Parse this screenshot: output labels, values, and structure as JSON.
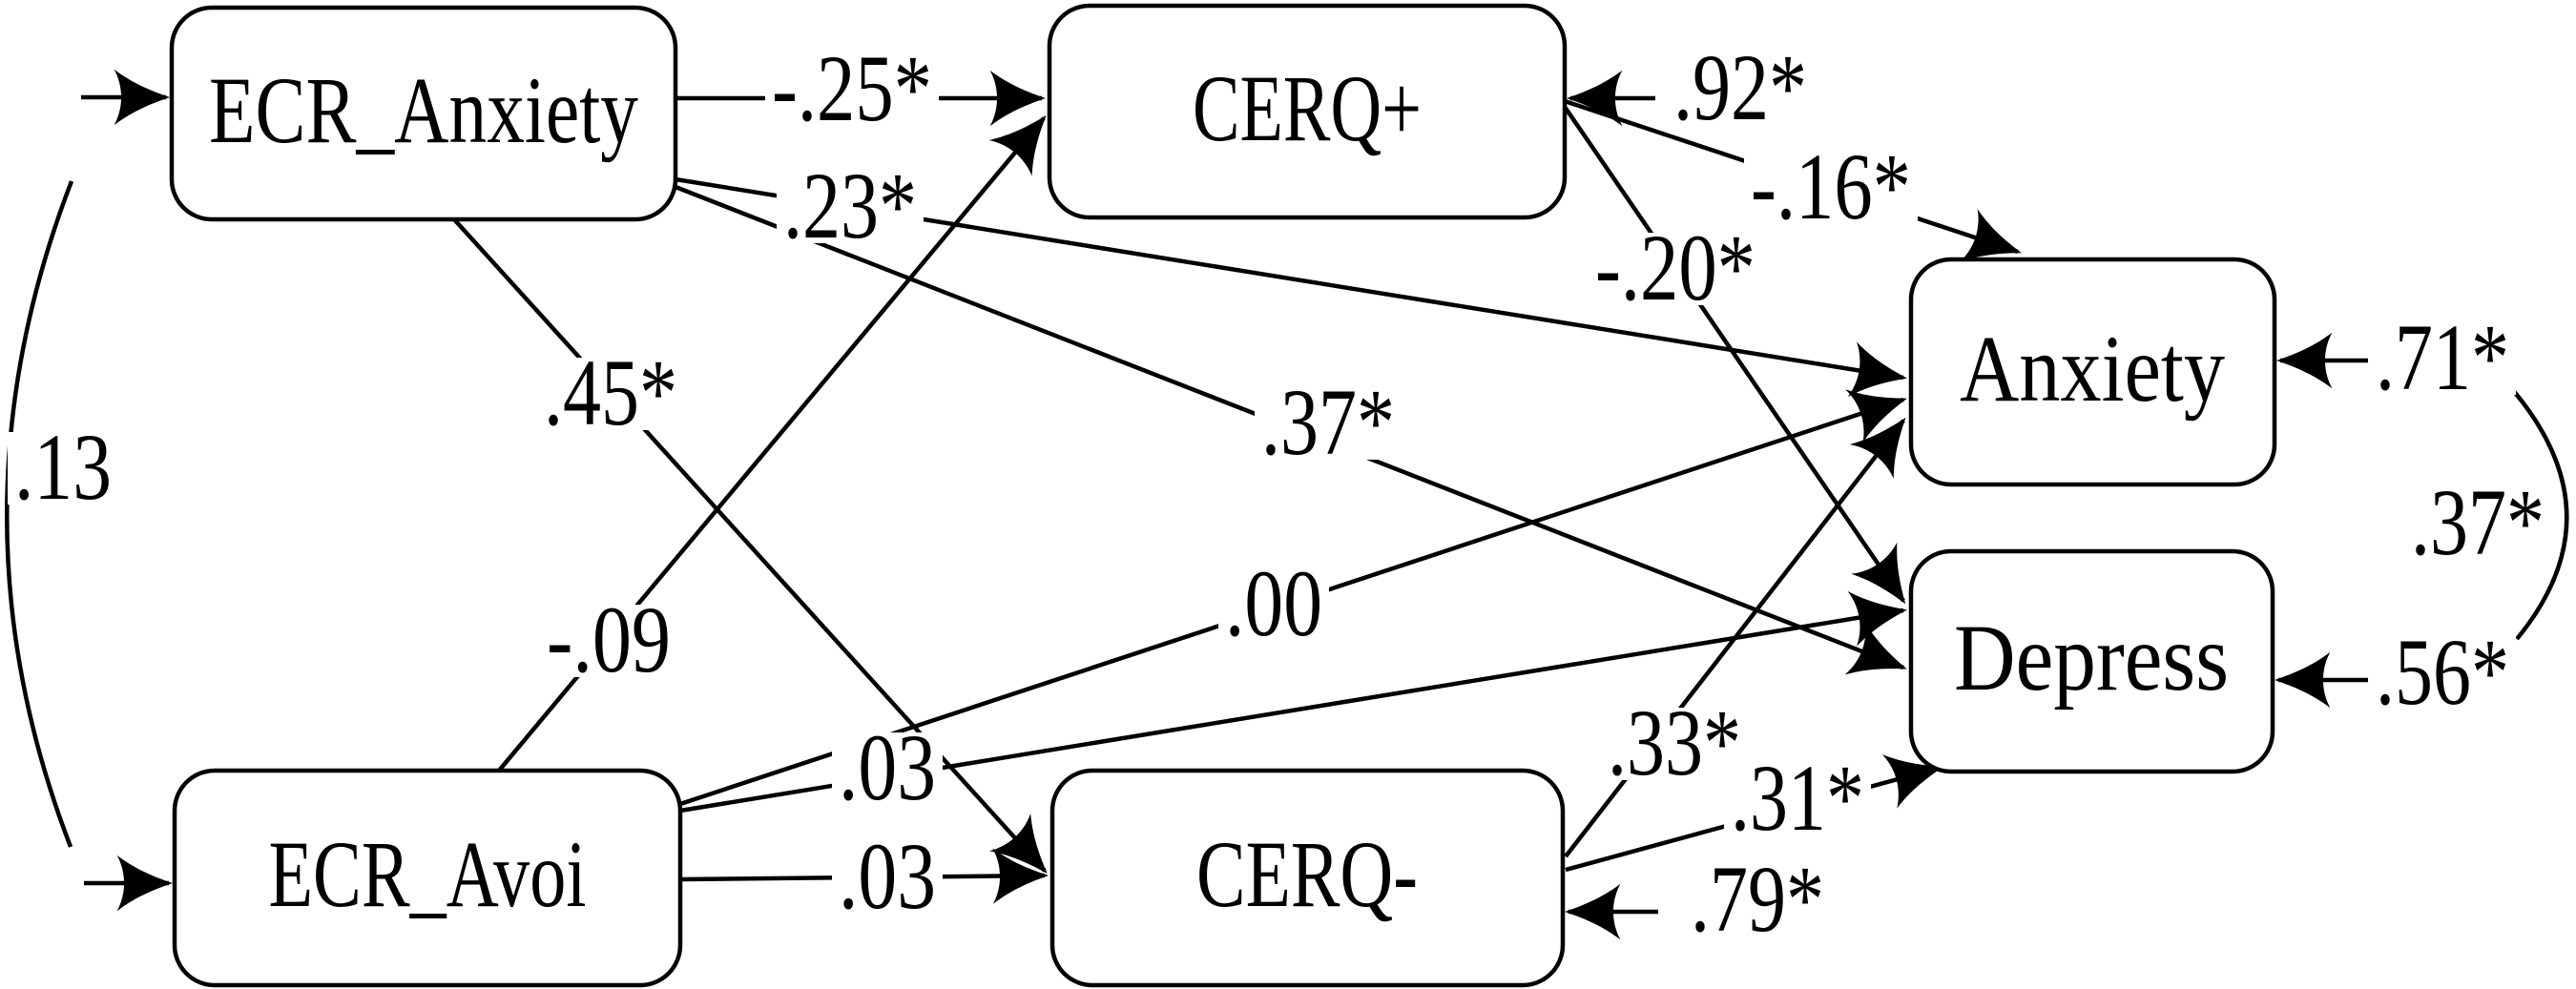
{
  "diagram": {
    "kind": "structural-equation-model-path-diagram",
    "colors": {
      "line": "#000000",
      "background": "#ffffff",
      "box_fill": "#ffffff"
    },
    "nodes": {
      "ecr_anxiety": {
        "label": "ECR_Anxiety"
      },
      "ecr_avoi": {
        "label": "ECR_Avoi"
      },
      "cerq_plus": {
        "label": "CERQ+"
      },
      "cerq_minus": {
        "label": "CERQ-"
      },
      "anxiety": {
        "label": "Anxiety"
      },
      "depress": {
        "label": "Depress"
      }
    },
    "paths": {
      "ecr_anxiety_to_cerq_plus": {
        "from": "ECR_Anxiety",
        "to": "CERQ+",
        "coefficient": "-.25*"
      },
      "ecr_anxiety_to_cerq_minus": {
        "from": "ECR_Anxiety",
        "to": "CERQ-",
        "coefficient": ".45*"
      },
      "ecr_anxiety_to_anxiety": {
        "from": "ECR_Anxiety",
        "to": "Anxiety",
        "coefficient": ".23*"
      },
      "ecr_anxiety_to_depress": {
        "from": "ECR_Anxiety",
        "to": "Depress",
        "coefficient": ".37*"
      },
      "ecr_avoi_to_cerq_plus": {
        "from": "ECR_Avoi",
        "to": "CERQ+",
        "coefficient": "-.09"
      },
      "ecr_avoi_to_cerq_minus": {
        "from": "ECR_Avoi",
        "to": "CERQ-",
        "coefficient": ".03"
      },
      "ecr_avoi_to_anxiety": {
        "from": "ECR_Avoi",
        "to": "Anxiety",
        "coefficient": ".00"
      },
      "ecr_avoi_to_depress": {
        "from": "ECR_Avoi",
        "to": "Depress",
        "coefficient": ".03"
      },
      "cerq_plus_to_anxiety": {
        "from": "CERQ+",
        "to": "Anxiety",
        "coefficient": "-.16*"
      },
      "cerq_plus_to_depress": {
        "from": "CERQ+",
        "to": "Depress",
        "coefficient": "-.20*"
      },
      "cerq_minus_to_anxiety": {
        "from": "CERQ-",
        "to": "Anxiety",
        "coefficient": ".33*"
      },
      "cerq_minus_to_depress": {
        "from": "CERQ-",
        "to": "Depress",
        "coefficient": ".31*"
      }
    },
    "residuals": {
      "cerq_plus": {
        "coefficient": ".92*"
      },
      "cerq_minus": {
        "coefficient": ".79*"
      },
      "anxiety": {
        "coefficient": ".71*"
      },
      "depress": {
        "coefficient": ".56*"
      }
    },
    "covariances": {
      "ecr_anxiety_with_ecr_avoi": {
        "coefficient": ".13"
      },
      "anxiety_with_depress": {
        "coefficient": ".37*"
      }
    }
  }
}
